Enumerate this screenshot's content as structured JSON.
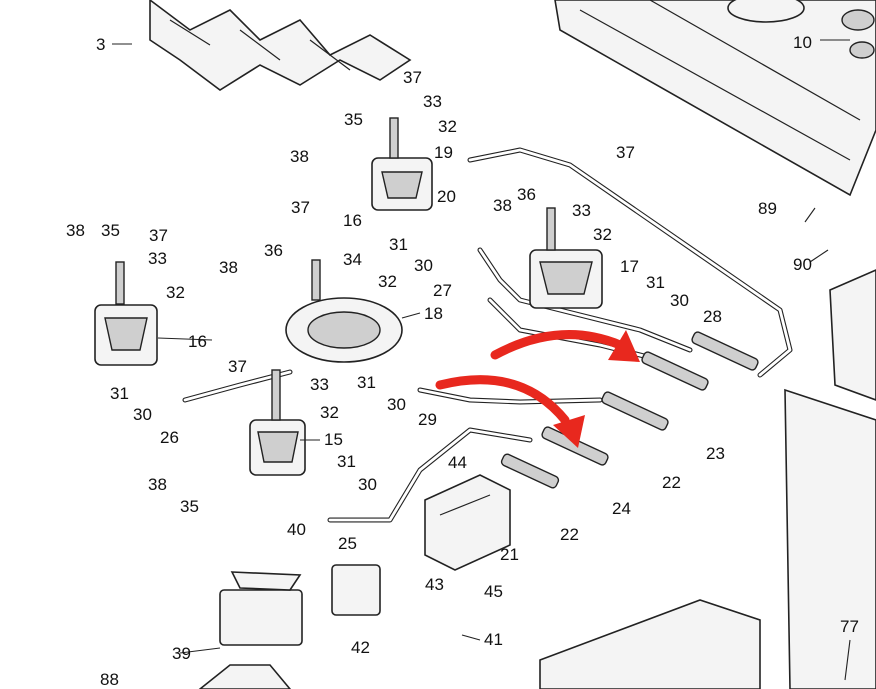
{
  "labels": [
    "3",
    "10",
    "37",
    "33",
    "35",
    "32",
    "38",
    "19",
    "37",
    "20",
    "16",
    "36",
    "38",
    "33",
    "37",
    "31",
    "32",
    "30",
    "27",
    "17",
    "31",
    "38",
    "35",
    "37",
    "36",
    "34",
    "33",
    "32",
    "38",
    "32",
    "18",
    "30",
    "28",
    "16",
    "37",
    "31",
    "33",
    "30",
    "30",
    "31",
    "29",
    "32",
    "26",
    "38",
    "15",
    "31",
    "30",
    "35",
    "23",
    "24",
    "22",
    "22",
    "25",
    "44",
    "21",
    "40",
    "43",
    "45",
    "42",
    "41",
    "39",
    "88",
    "77",
    "89",
    "90"
  ],
  "colors": {
    "arrow": "#e8281e",
    "ink": "#222222",
    "background": "#ffffff"
  }
}
